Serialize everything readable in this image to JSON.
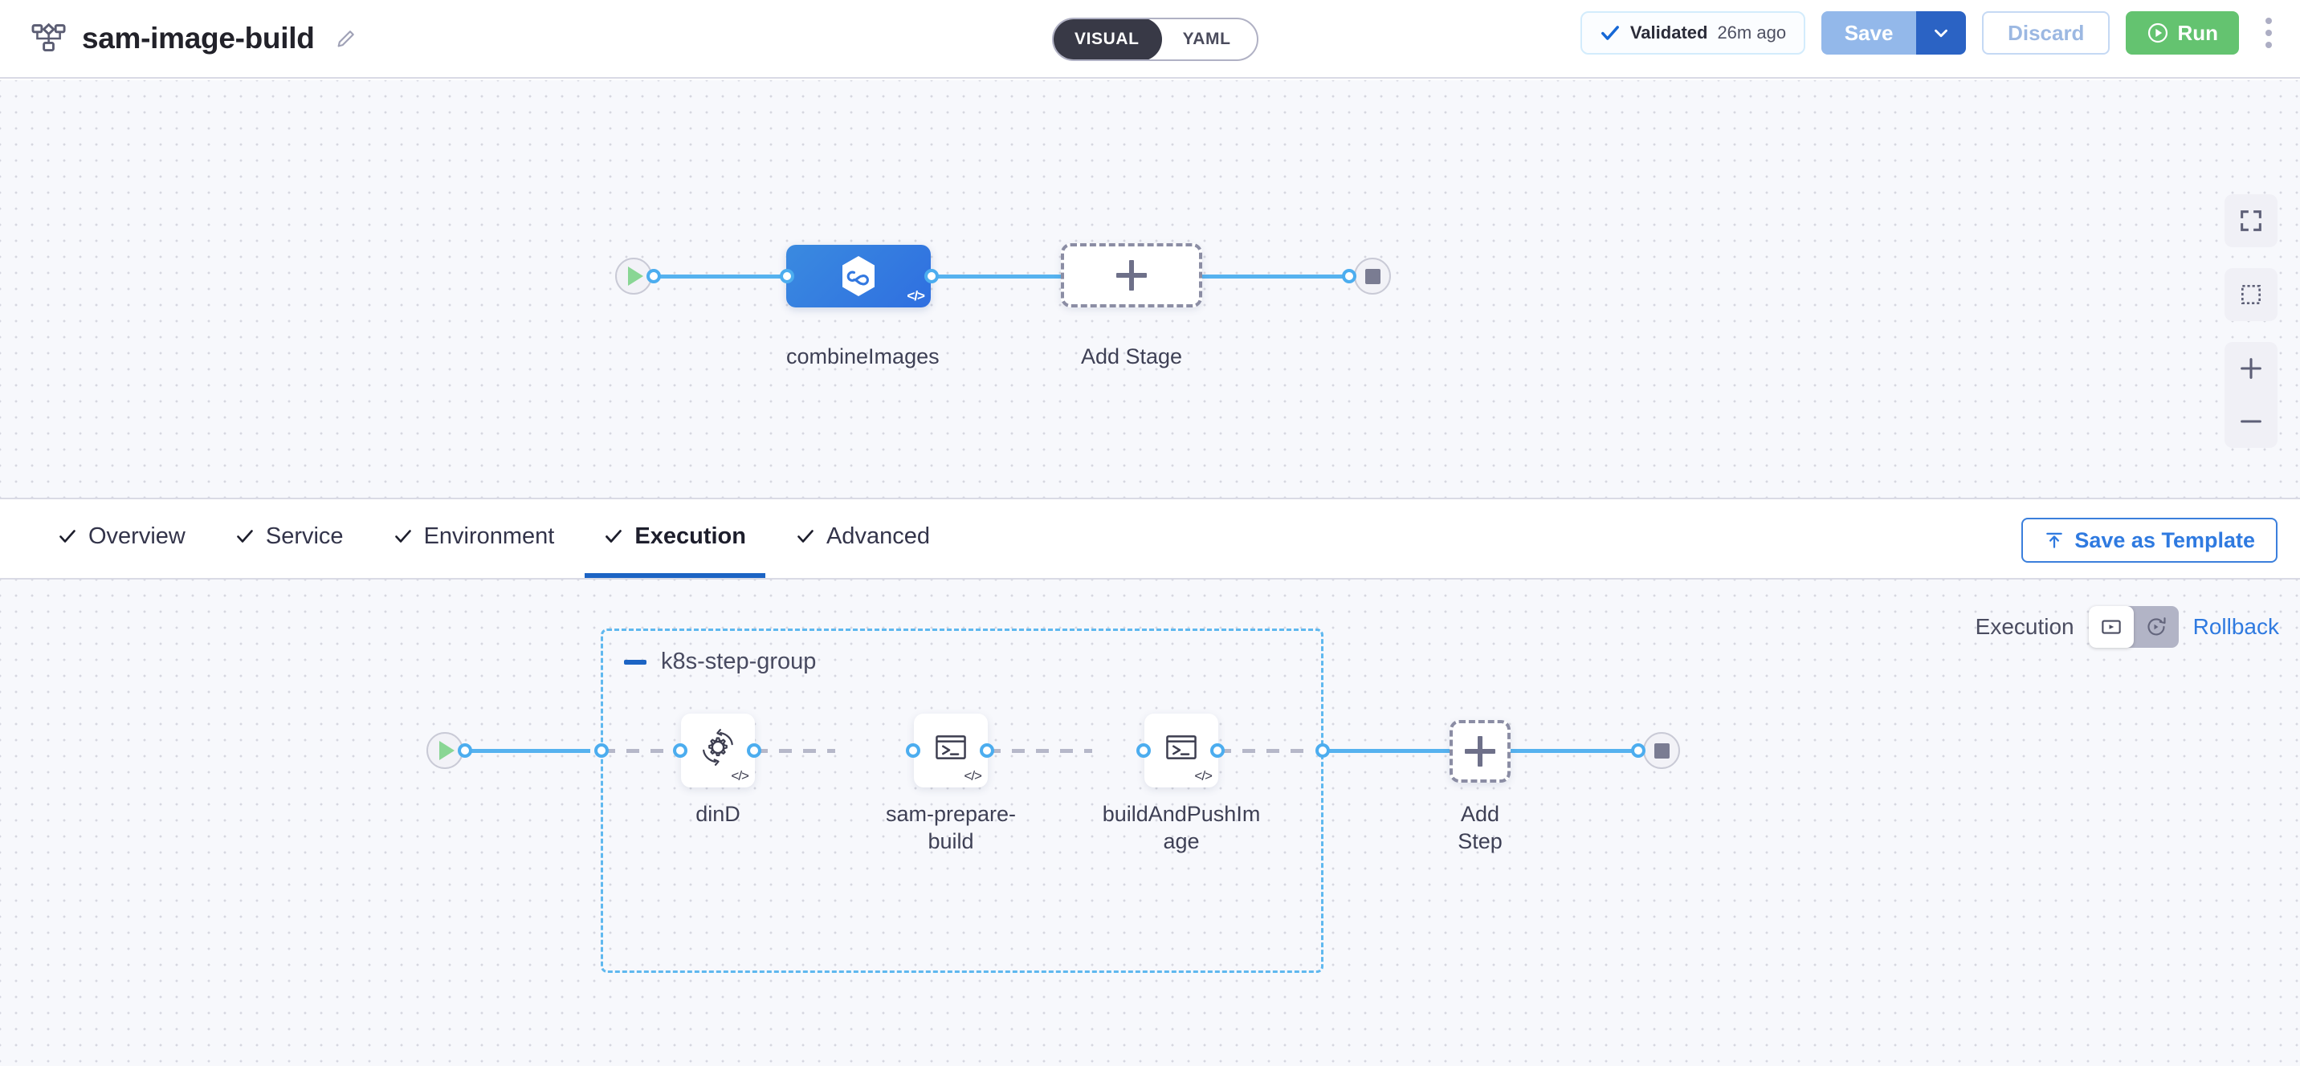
{
  "header": {
    "pipeline_icon": "pipeline-nodes-icon",
    "title": "sam-image-build",
    "edit_icon": "pencil-icon",
    "mode_toggle": {
      "visual": "VISUAL",
      "yaml": "YAML",
      "selected": "VISUAL"
    },
    "validated": {
      "icon": "check-icon",
      "label": "Validated",
      "time": "26m ago"
    },
    "save_label": "Save",
    "save_caret_icon": "chevron-down-icon",
    "discard_label": "Discard",
    "run_label": "Run",
    "run_icon": "play-circle-icon",
    "more_icon": "kebab-menu-icon"
  },
  "stage_canvas": {
    "start_node": "start-icon",
    "end_node": "stop-icon",
    "stage": {
      "name": "combineImages",
      "icon": "hexagon-infinity-icon",
      "badge": "</>"
    },
    "add_stage_label": "Add Stage",
    "controls": [
      {
        "name": "fit-to-screen-icon"
      },
      {
        "name": "select-area-icon"
      },
      {
        "name": "zoom-in-icon"
      },
      {
        "name": "zoom-out-icon"
      }
    ]
  },
  "tabbar": {
    "tabs": [
      {
        "label": "Overview",
        "icon": "check-icon",
        "active": false
      },
      {
        "label": "Service",
        "icon": "check-icon",
        "active": false
      },
      {
        "label": "Environment",
        "icon": "check-icon",
        "active": false
      },
      {
        "label": "Execution",
        "icon": "check-icon",
        "active": true
      },
      {
        "label": "Advanced",
        "icon": "check-icon",
        "active": false
      }
    ],
    "save_as_template": "Save as Template",
    "save_as_template_icon": "upload-template-icon"
  },
  "step_canvas": {
    "exec_label": "Execution",
    "rollback_label": "Rollback",
    "seg_exec_icon": "execution-view-icon",
    "seg_rollback_icon": "rollback-view-icon",
    "group": {
      "title": "k8s-step-group",
      "collapse_icon": "collapse-minus-icon"
    },
    "steps": [
      {
        "name": "dinD",
        "icon": "gear-refresh-icon",
        "badge": "</>"
      },
      {
        "name": "sam-prepare-\nbuild",
        "icon": "terminal-icon",
        "badge": "</>"
      },
      {
        "name": "buildAndPushIm\nage",
        "icon": "terminal-icon",
        "badge": "</>"
      }
    ],
    "add_step_label": "Add Step",
    "start_node": "start-icon",
    "end_node": "stop-icon"
  },
  "colors": {
    "accent_blue": "#2f7ae0",
    "link_blue": "#56b2ef",
    "stage_blue": "#3378e0",
    "run_green": "#64c370",
    "canvas_bg": "#f7f8fc",
    "group_border": "#5fb8ef"
  }
}
